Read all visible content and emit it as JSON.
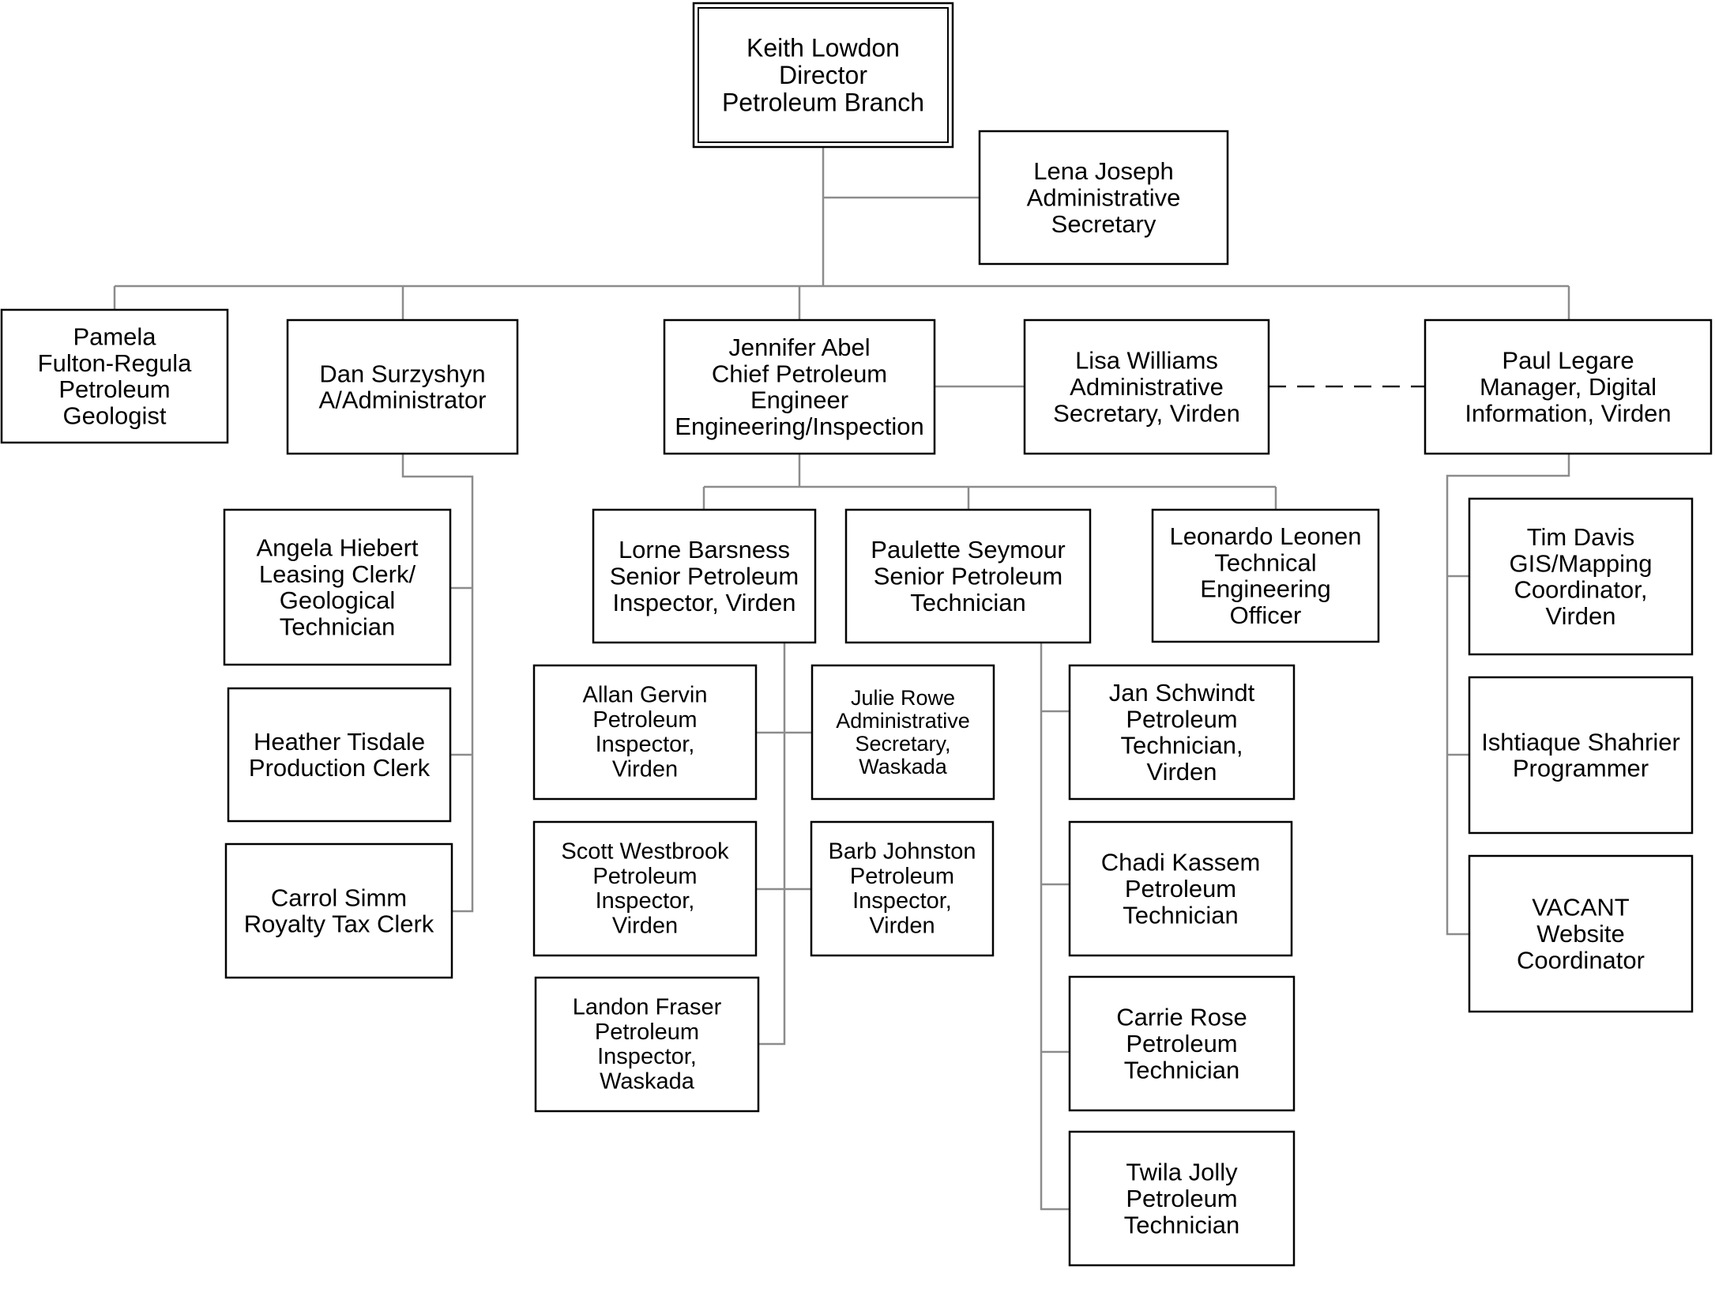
{
  "chart_data": {
    "type": "org_chart",
    "nodes": [
      {
        "id": "keith",
        "lines": [
          "Keith Lowdon",
          "Director",
          "Petroleum Branch"
        ]
      },
      {
        "id": "lena",
        "lines": [
          "Lena Joseph",
          "Administrative",
          "Secretary"
        ]
      },
      {
        "id": "pamela",
        "lines": [
          "Pamela",
          "Fulton-Regula",
          "Petroleum",
          "Geologist"
        ]
      },
      {
        "id": "dan",
        "lines": [
          "Dan Surzyshyn",
          "A/Administrator"
        ]
      },
      {
        "id": "jennifer",
        "lines": [
          "Jennifer Abel",
          "Chief Petroleum",
          "Engineer",
          "Engineering/Inspection"
        ]
      },
      {
        "id": "lisa",
        "lines": [
          "Lisa Williams",
          "Administrative",
          "Secretary, Virden"
        ]
      },
      {
        "id": "paul",
        "lines": [
          "Paul Legare",
          "Manager, Digital",
          "Information, Virden"
        ]
      },
      {
        "id": "angela",
        "lines": [
          "Angela Hiebert",
          "Leasing Clerk/",
          "Geological",
          "Technician"
        ]
      },
      {
        "id": "heather",
        "lines": [
          "Heather Tisdale",
          "Production Clerk"
        ]
      },
      {
        "id": "carrol",
        "lines": [
          "Carrol Simm",
          "Royalty Tax Clerk"
        ]
      },
      {
        "id": "lorne",
        "lines": [
          "Lorne Barsness",
          "Senior Petroleum",
          "Inspector, Virden"
        ]
      },
      {
        "id": "paulette",
        "lines": [
          "Paulette Seymour",
          "Senior Petroleum",
          "Technician"
        ]
      },
      {
        "id": "leonardo",
        "lines": [
          "Leonardo Leonen",
          "Technical",
          "Engineering",
          "Officer"
        ]
      },
      {
        "id": "allan",
        "lines": [
          "Allan Gervin",
          "Petroleum",
          "Inspector,",
          "Virden"
        ]
      },
      {
        "id": "julie",
        "lines": [
          "Julie Rowe",
          "Administrative",
          "Secretary,",
          "Waskada"
        ]
      },
      {
        "id": "scott",
        "lines": [
          "Scott Westbrook",
          "Petroleum",
          "Inspector,",
          "Virden"
        ]
      },
      {
        "id": "barb",
        "lines": [
          "Barb Johnston",
          "Petroleum",
          "Inspector,",
          "Virden"
        ]
      },
      {
        "id": "landon",
        "lines": [
          "Landon Fraser",
          "Petroleum",
          "Inspector,",
          "Waskada"
        ]
      },
      {
        "id": "jan",
        "lines": [
          "Jan Schwindt",
          "Petroleum",
          "Technician,",
          "Virden"
        ]
      },
      {
        "id": "chadi",
        "lines": [
          "Chadi Kassem",
          "Petroleum",
          "Technician"
        ]
      },
      {
        "id": "carrie",
        "lines": [
          "Carrie Rose",
          "Petroleum",
          "Technician"
        ]
      },
      {
        "id": "twila",
        "lines": [
          "Twila Jolly",
          "Petroleum",
          "Technician"
        ]
      },
      {
        "id": "tim",
        "lines": [
          "Tim Davis",
          "GIS/Mapping",
          "Coordinator,",
          "Virden"
        ]
      },
      {
        "id": "ishtiaque",
        "lines": [
          "Ishtiaque Shahrier",
          "Programmer"
        ]
      },
      {
        "id": "vacant",
        "lines": [
          "VACANT",
          "Website",
          "Coordinator"
        ]
      }
    ],
    "edges": [
      {
        "from": "keith",
        "to": "lena",
        "style": "solid"
      },
      {
        "from": "keith",
        "to": "pamela",
        "style": "solid"
      },
      {
        "from": "keith",
        "to": "dan",
        "style": "solid"
      },
      {
        "from": "keith",
        "to": "jennifer",
        "style": "solid"
      },
      {
        "from": "keith",
        "to": "paul",
        "style": "solid"
      },
      {
        "from": "jennifer",
        "to": "lisa",
        "style": "solid"
      },
      {
        "from": "lisa",
        "to": "paul",
        "style": "dashed"
      },
      {
        "from": "dan",
        "to": "angela",
        "style": "solid"
      },
      {
        "from": "dan",
        "to": "heather",
        "style": "solid"
      },
      {
        "from": "dan",
        "to": "carrol",
        "style": "solid"
      },
      {
        "from": "jennifer",
        "to": "lorne",
        "style": "solid"
      },
      {
        "from": "jennifer",
        "to": "paulette",
        "style": "solid"
      },
      {
        "from": "jennifer",
        "to": "leonardo",
        "style": "solid"
      },
      {
        "from": "lorne",
        "to": "allan",
        "style": "solid"
      },
      {
        "from": "lorne",
        "to": "julie",
        "style": "solid"
      },
      {
        "from": "lorne",
        "to": "scott",
        "style": "solid"
      },
      {
        "from": "lorne",
        "to": "barb",
        "style": "solid"
      },
      {
        "from": "lorne",
        "to": "landon",
        "style": "solid"
      },
      {
        "from": "paulette",
        "to": "jan",
        "style": "solid"
      },
      {
        "from": "paulette",
        "to": "chadi",
        "style": "solid"
      },
      {
        "from": "paulette",
        "to": "carrie",
        "style": "solid"
      },
      {
        "from": "paulette",
        "to": "twila",
        "style": "solid"
      },
      {
        "from": "paul",
        "to": "tim",
        "style": "solid"
      },
      {
        "from": "paul",
        "to": "ishtiaque",
        "style": "solid"
      },
      {
        "from": "paul",
        "to": "vacant",
        "style": "solid"
      }
    ]
  }
}
